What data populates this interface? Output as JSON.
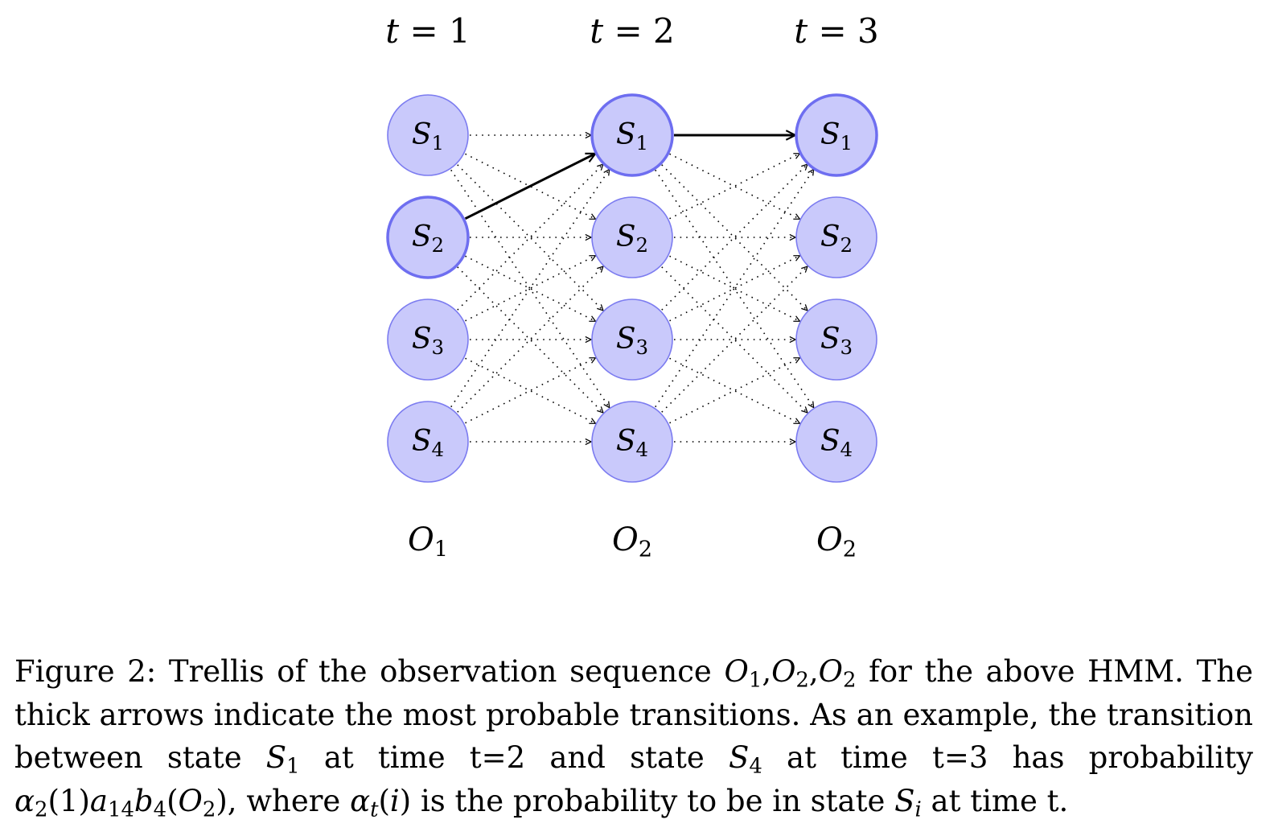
{
  "time_steps": [
    {
      "var": "t",
      "eq": " = ",
      "value": "1"
    },
    {
      "var": "t",
      "eq": " = ",
      "value": "2"
    },
    {
      "var": "t",
      "eq": " = ",
      "value": "3"
    }
  ],
  "states": [
    {
      "sym": "S",
      "sub": "1"
    },
    {
      "sym": "S",
      "sub": "2"
    },
    {
      "sym": "S",
      "sub": "3"
    },
    {
      "sym": "S",
      "sub": "4"
    }
  ],
  "observations": [
    {
      "sym": "O",
      "sub": "1"
    },
    {
      "sym": "O",
      "sub": "2"
    },
    {
      "sym": "O",
      "sub": "2"
    }
  ],
  "highlighted_nodes": [
    {
      "time": 1,
      "state": 2
    },
    {
      "time": 2,
      "state": 1
    },
    {
      "time": 3,
      "state": 1
    }
  ],
  "thick_transitions": [
    {
      "from_time": 1,
      "from_state": 2,
      "to_time": 2,
      "to_state": 1
    },
    {
      "from_time": 2,
      "from_state": 1,
      "to_time": 3,
      "to_state": 1
    }
  ],
  "colors": {
    "node_fill": "#c9c9fb",
    "node_stroke": "#7c7cf0",
    "node_stroke_highlight": "#6e6ef0",
    "edge": "#000000"
  },
  "caption": {
    "p1": "Figure 2:  Trellis of the observation sequence ",
    "o1": "O",
    "o1s": "1",
    "c1": ",",
    "o2": "O",
    "o2s": "2",
    "c2": ",",
    "o3": "O",
    "o3s": "2",
    "p2": " for the above HMM. The thick arrows indicate the most probable transitions.  As an example, the transition between state ",
    "s1": "S",
    "s1s": "1",
    "p3": " at time t=2 and state ",
    "s4": "S",
    "s4s": "4",
    "p4": " at time t=3 has probability ",
    "alpha": "α",
    "alphas": "2",
    "p5": "(1)",
    "a": "a",
    "as": "14",
    "b": "b",
    "bs": "4",
    "p6": "(",
    "o4": "O",
    "o4s": "2",
    "p7": "), where ",
    "alpha2": "α",
    "alpha2s": "t",
    "p8": "(",
    "i": "i",
    "p9": ") is the probability to be in state ",
    "si": "S",
    "sis": "i",
    "p10": " at time t."
  }
}
